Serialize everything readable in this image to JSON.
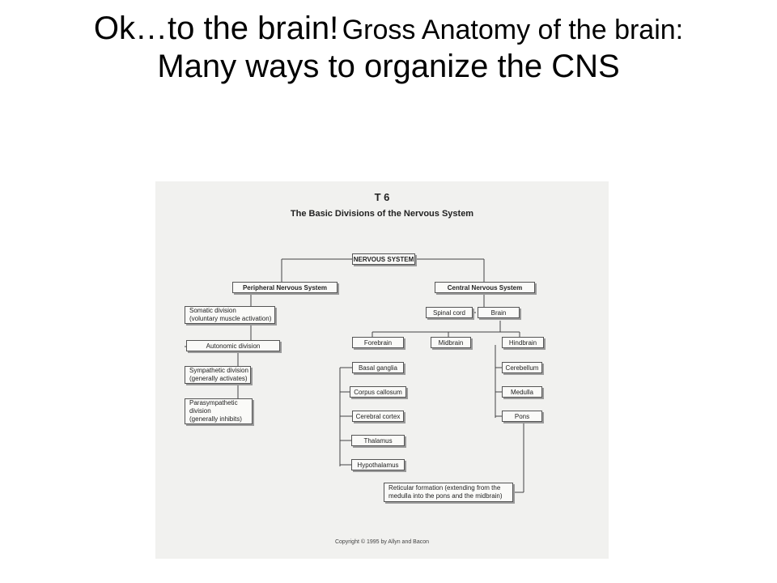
{
  "slide": {
    "title_part1": "Ok…to the brain!",
    "title_part2": "Gross Anatomy of the brain:",
    "title_part3": "Many ways to organize the CNS"
  },
  "figure": {
    "label": "T 6",
    "title": "The Basic Divisions of the Nervous System",
    "root": "NERVOUS SYSTEM",
    "pns": "Peripheral Nervous System",
    "cns": "Central Nervous System",
    "somatic": "Somatic division\n(voluntary muscle activation)",
    "autonomic": "Autonomic division",
    "sympathetic": "Sympathetic division\n(generally activates)",
    "parasympathetic": "Parasympathetic\ndivision\n(generally inhibits)",
    "spinal_cord": "Spinal cord",
    "brain": "Brain",
    "forebrain": "Forebrain",
    "midbrain": "Midbrain",
    "hindbrain": "Hindbrain",
    "basal_ganglia": "Basal ganglia",
    "corpus_callosum": "Corpus callosum",
    "cerebral_cortex": "Cerebral cortex",
    "thalamus": "Thalamus",
    "hypothalamus": "Hypothalamus",
    "cerebellum": "Cerebellum",
    "medulla": "Medulla",
    "pons": "Pons",
    "reticular": "Reticular formation (extending from the\nmedulla into the pons and the midbrain)",
    "copyright": "Copyright © 1995 by Allyn and Bacon"
  }
}
